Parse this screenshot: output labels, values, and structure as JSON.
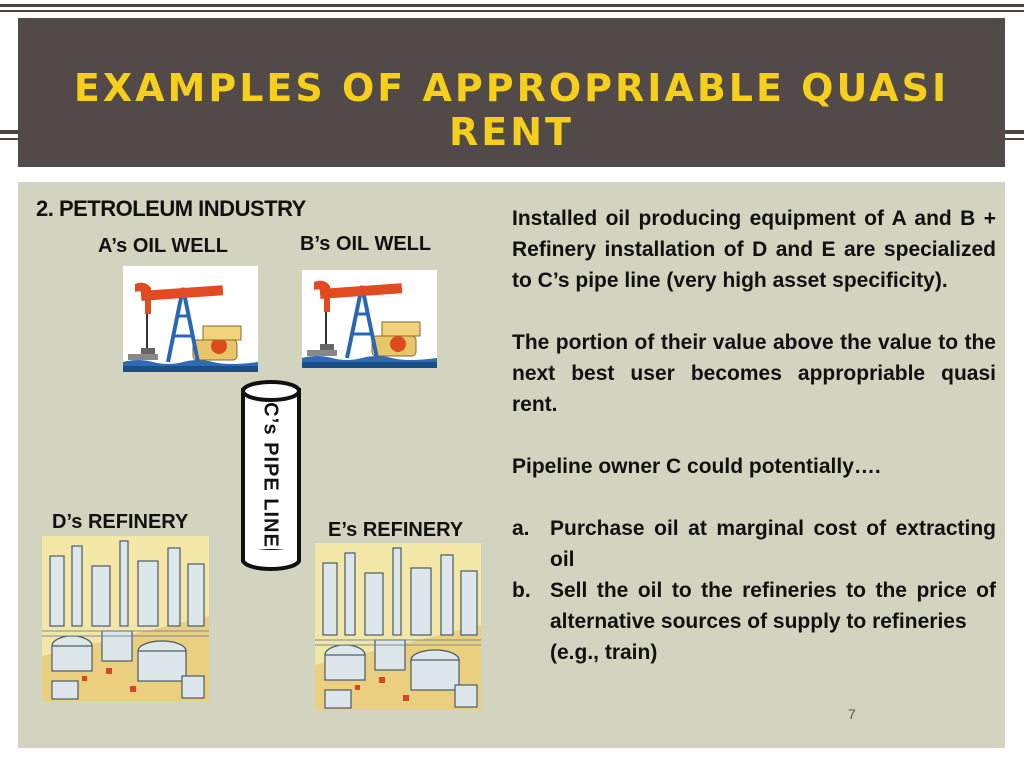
{
  "title": "EXAMPLES OF APPROPRIABLE QUASI RENT",
  "section_title": "2. PETROLEUM INDUSTRY",
  "labels": {
    "a_oil_well": "A’s OIL WELL",
    "b_oil_well": "B’s OIL WELL",
    "pipeline": "C’s PIPE LINE",
    "d_refinery": "D’s REFINERY",
    "e_refinery": "E’s REFINERY"
  },
  "paragraphs": [
    "Installed oil producing equipment of A and B  + Refinery installation of D and E are specialized to C’s pipe line (very high asset specificity).",
    "The portion of their value above the value to the next best user becomes appropriable quasi rent.",
    "Pipeline owner C could potentially…."
  ],
  "list": [
    {
      "marker": "a.",
      "text": "Purchase oil at marginal cost of extracting oil"
    },
    {
      "marker": "b.",
      "text": "Sell the oil to the refineries to the price of alternative sources of supply to refineries"
    }
  ],
  "list_tail": "(e.g., train)",
  "page_number": "7",
  "icons": [
    "oil-pump-icon",
    "pipeline-icon",
    "refinery-icon"
  ],
  "colors": {
    "header_bg": "#524a49",
    "title": "#f5cf1b",
    "panel_bg": "#d2d4bf"
  }
}
